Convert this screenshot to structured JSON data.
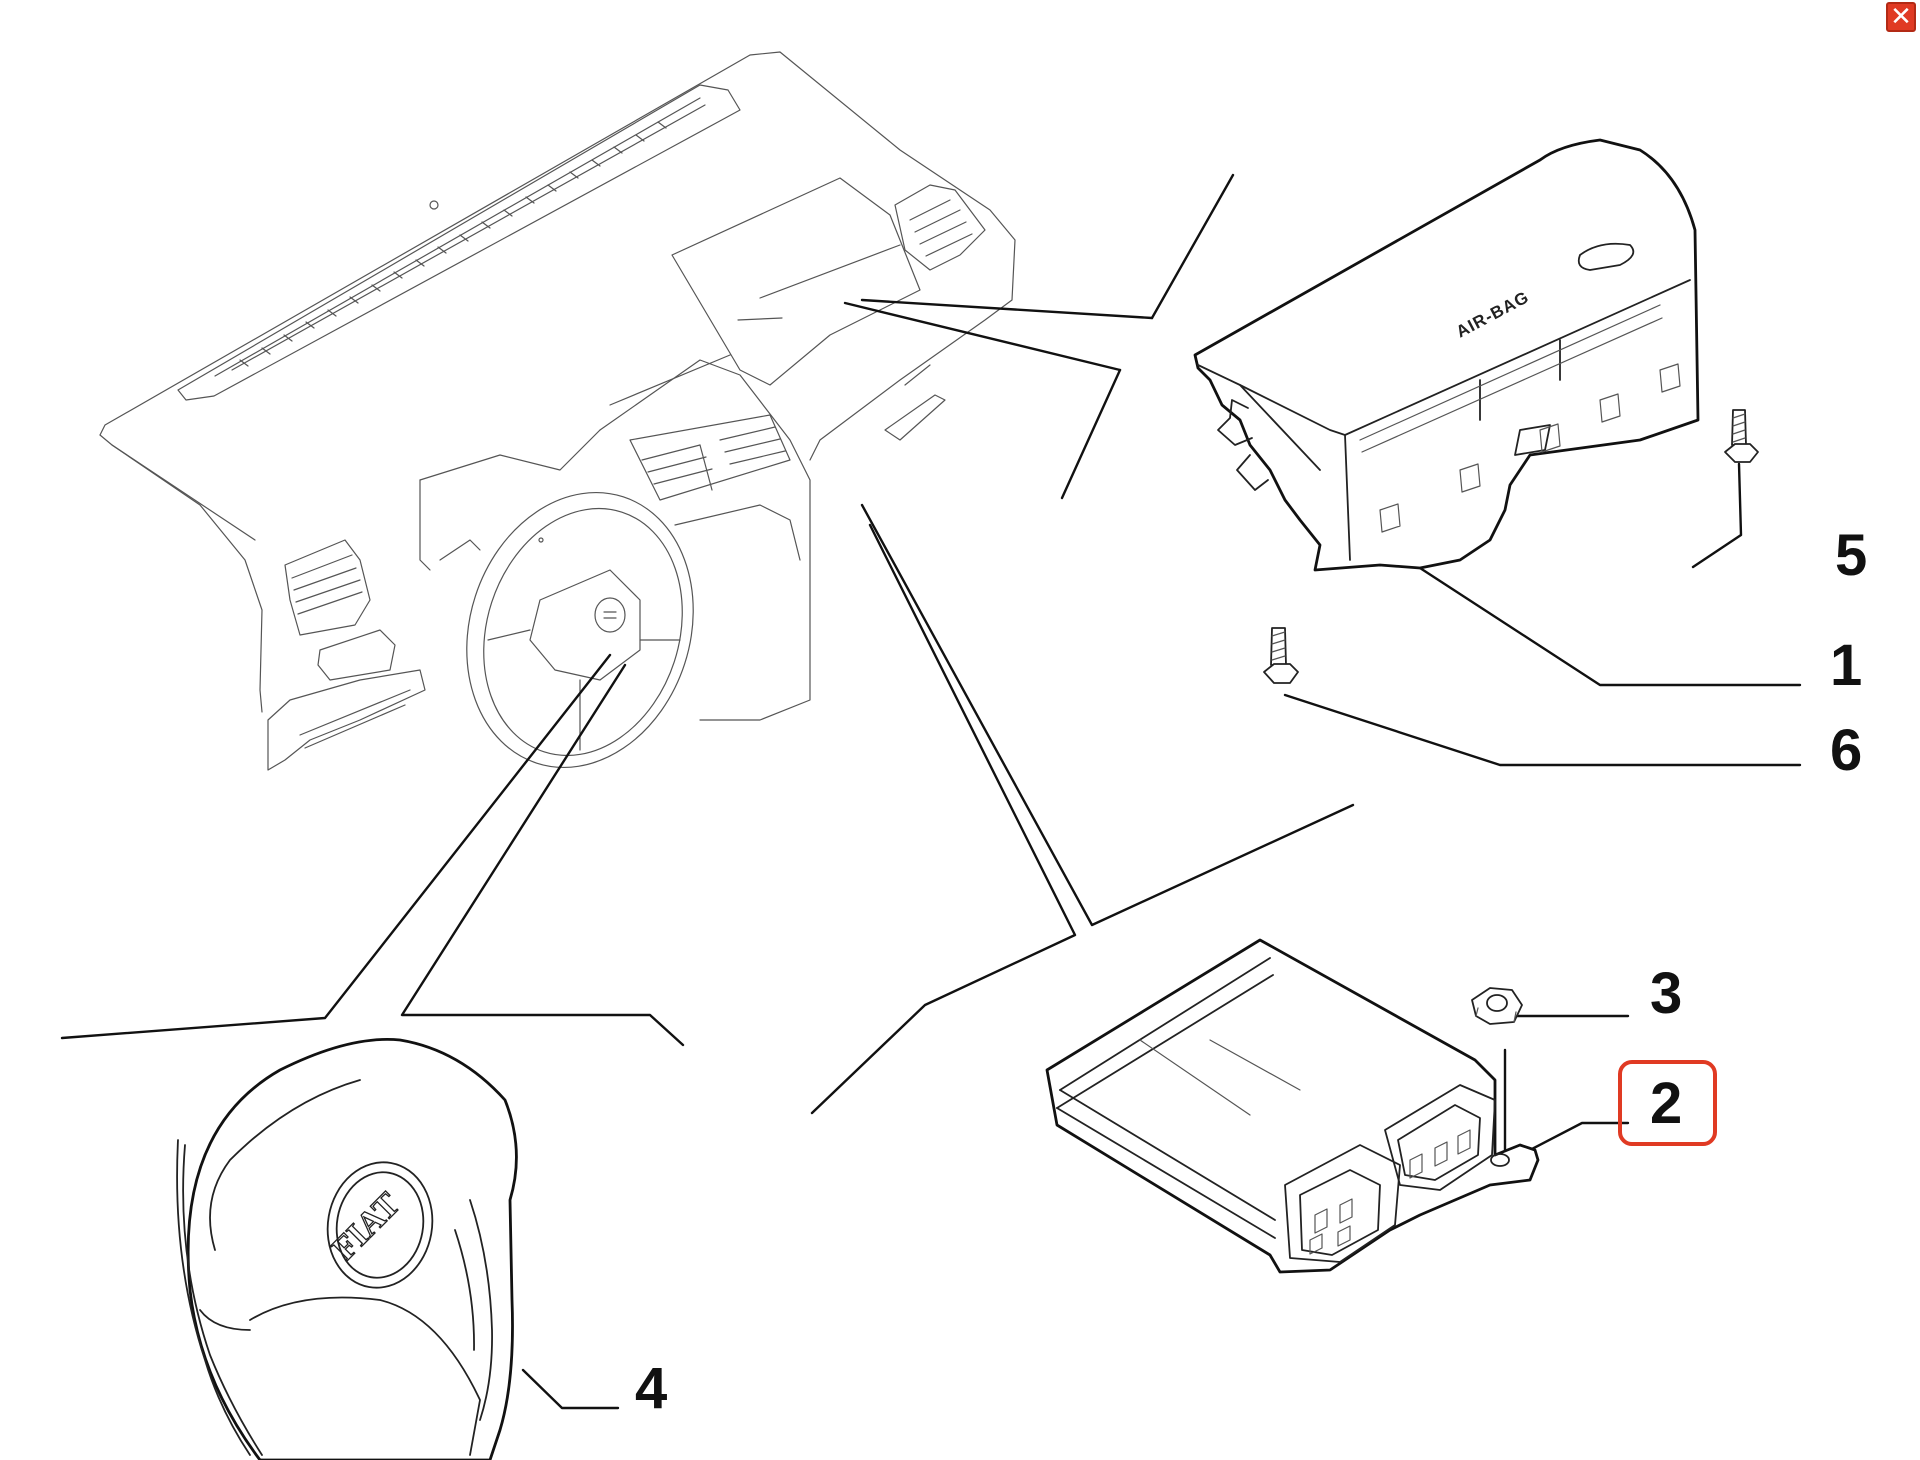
{
  "close_button": {
    "glyph": "✕"
  },
  "parts": {
    "callout_1": "1",
    "callout_2": "2",
    "callout_3": "3",
    "callout_4": "4",
    "callout_5": "5",
    "callout_6": "6"
  },
  "labels": {
    "airbag_stamp": "AIR-BAG",
    "logo_text": "FIAT"
  },
  "colors": {
    "highlight_box": "#e03a23",
    "close_button": "#e03a23",
    "line": "#111111"
  },
  "highlighted_part": "2"
}
